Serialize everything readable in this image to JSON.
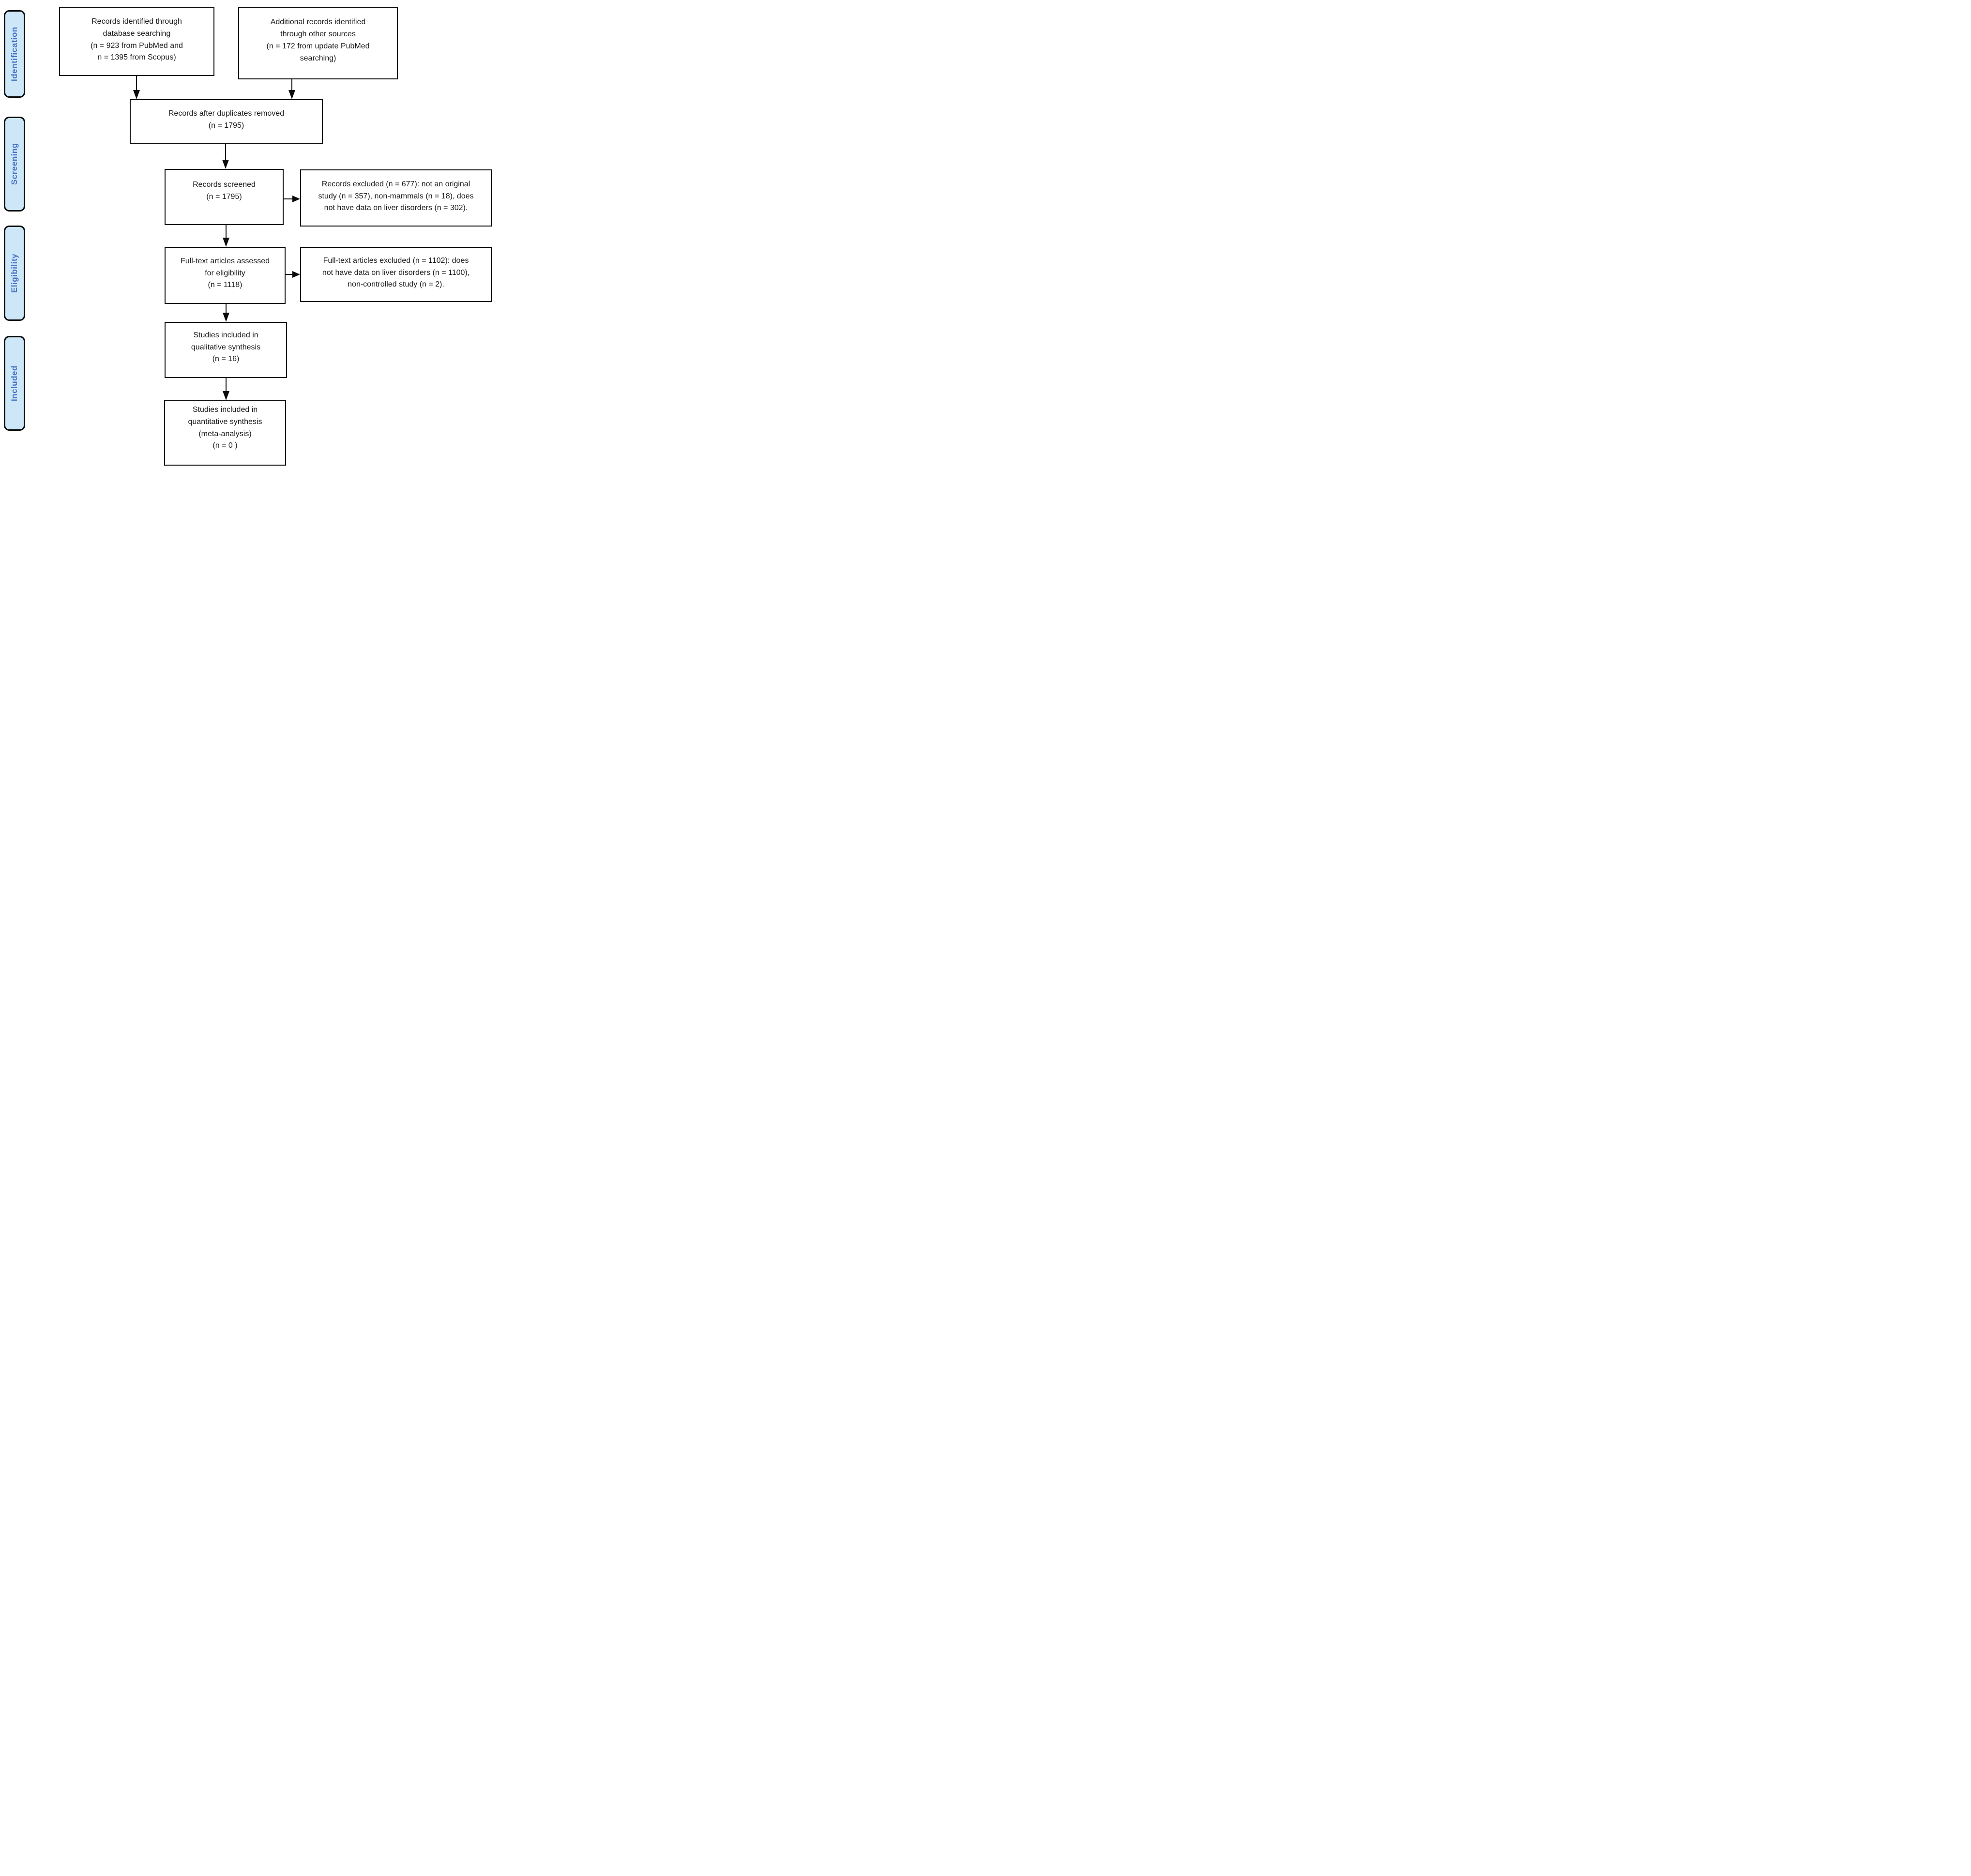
{
  "figure": {
    "type": "prisma_flow_diagram",
    "stages": [
      {
        "id": "identification",
        "label": "Identification"
      },
      {
        "id": "screening",
        "label": "Screening"
      },
      {
        "id": "eligibility",
        "label": "Eligibility"
      },
      {
        "id": "included",
        "label": "Included"
      }
    ],
    "nodes": {
      "records_identified": {
        "text": "Records identified through\ndatabase searching\n(n = 923 from PubMed and\nn = 1395 from Scopus)",
        "n_pubmed": 923,
        "n_scopus": 1395
      },
      "additional_records": {
        "text": "Additional records identified\nthrough other sources\n(n =  172 from update PubMed\nsearching)",
        "n": 172
      },
      "duplicates_removed": {
        "text": "Records after duplicates removed\n(n =  1795)",
        "n": 1795
      },
      "records_screened": {
        "text": "Records screened\n(n = 1795)",
        "n": 1795
      },
      "records_excluded": {
        "text": "Records excluded (n = 677): not an original\nstudy (n = 357), non-mammals (n = 18), does\nnot have data on liver disorders (n = 302).",
        "n": 677,
        "n_not_original_study": 357,
        "n_non_mammals": 18,
        "n_no_liver_data": 302
      },
      "fulltext_assessed": {
        "text": "Full-text articles assessed\nfor eligibility\n(n =  1118)",
        "n": 1118
      },
      "fulltext_excluded": {
        "text": "Full-text articles excluded (n = 1102): does\nnot have data on liver disorders (n = 1100),\nnon-controlled study (n = 2).",
        "n": 1102,
        "n_no_liver_data": 1100,
        "n_non_controlled": 2
      },
      "qualitative_included": {
        "text": "Studies included in\nqualitative synthesis\n(n = 16)",
        "n": 16
      },
      "quantitative_included": {
        "text": "Studies included in\nquantitative synthesis\n(meta-analysis)\n(n =  0 )",
        "n": 0
      }
    },
    "edges": [
      {
        "from": "records_identified",
        "to": "duplicates_removed"
      },
      {
        "from": "additional_records",
        "to": "duplicates_removed"
      },
      {
        "from": "duplicates_removed",
        "to": "records_screened"
      },
      {
        "from": "records_screened",
        "to": "records_excluded"
      },
      {
        "from": "records_screened",
        "to": "fulltext_assessed"
      },
      {
        "from": "fulltext_assessed",
        "to": "fulltext_excluded"
      },
      {
        "from": "fulltext_assessed",
        "to": "qualitative_included"
      },
      {
        "from": "qualitative_included",
        "to": "quantitative_included"
      }
    ],
    "colors": {
      "stage_fill": "#cde7f8",
      "stage_text": "#4472c4",
      "box_border": "#0b0b0b",
      "box_fill": "#ffffff"
    }
  }
}
